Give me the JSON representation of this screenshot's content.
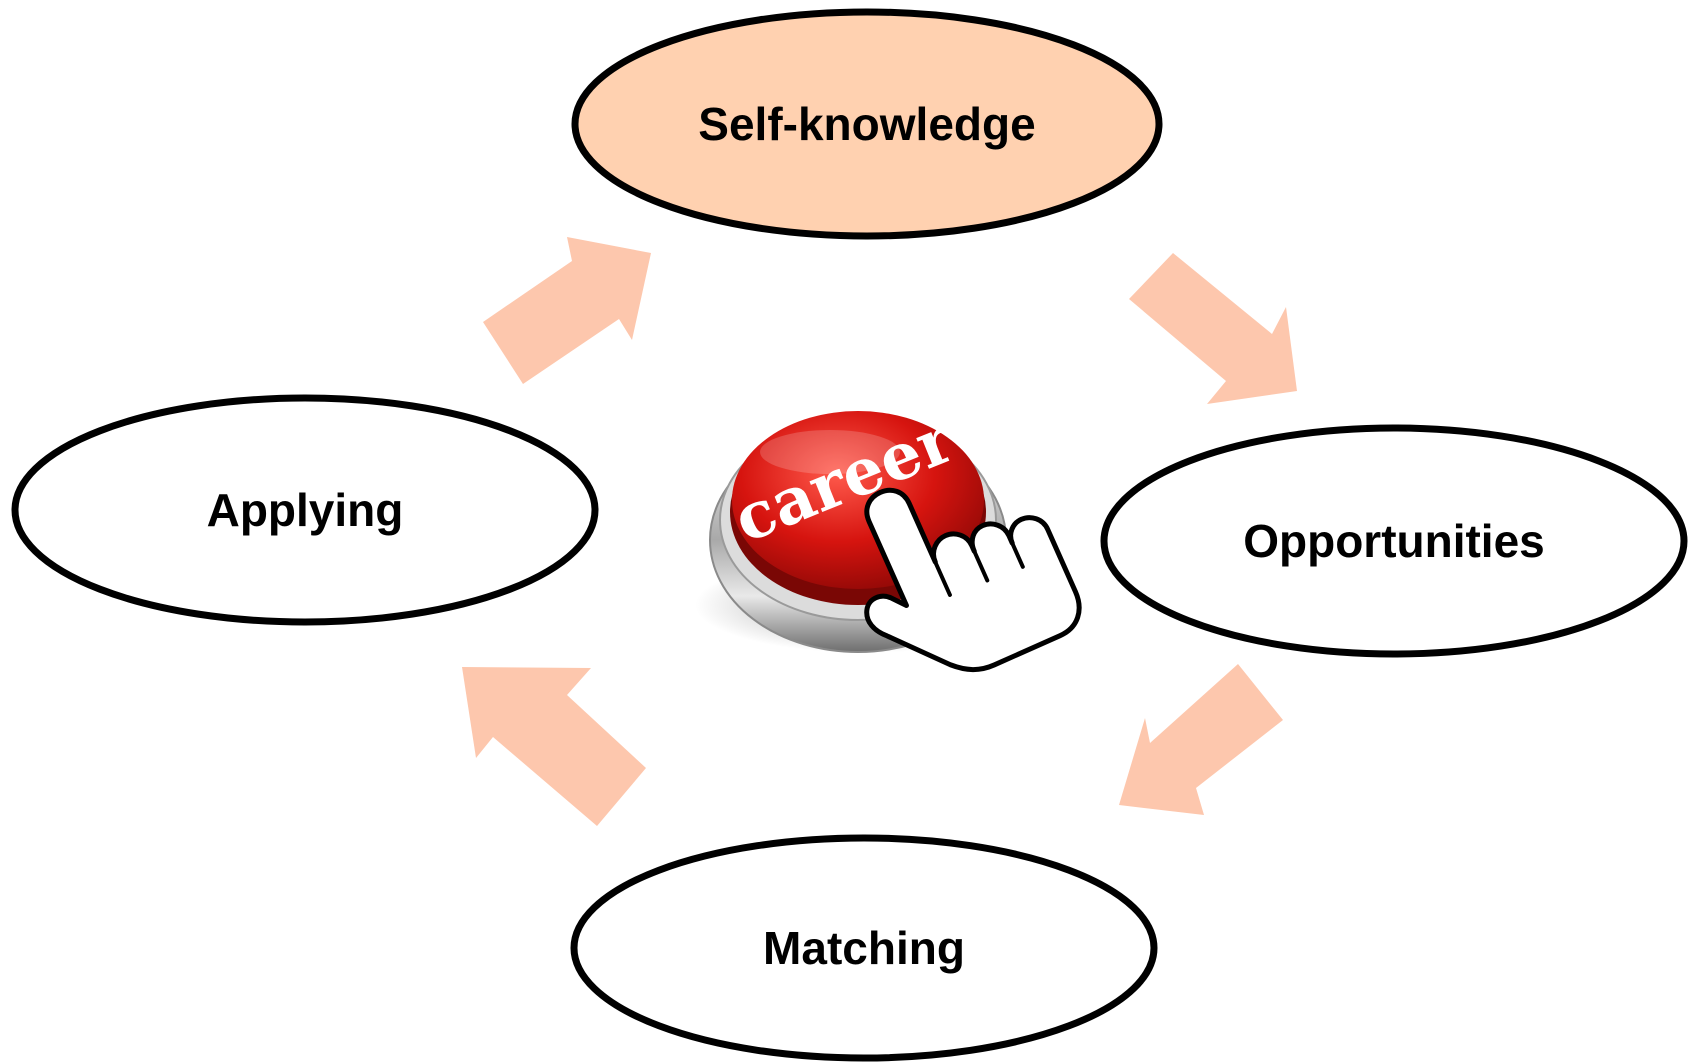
{
  "center": {
    "button_label": "career",
    "button_icon": "hand-pointer-icon",
    "button_color": "#d31612"
  },
  "stages": [
    {
      "key": "self-knowledge",
      "label": "Self-knowledge",
      "fill": "#ffd1b0"
    },
    {
      "key": "opportunities",
      "label": "Opportunities",
      "fill": "#ffffff"
    },
    {
      "key": "matching",
      "label": "Matching",
      "fill": "#ffffff"
    },
    {
      "key": "applying",
      "label": "Applying",
      "fill": "#ffffff"
    }
  ],
  "arrow_color": "#fdc7ad",
  "outline_color": "#000000"
}
